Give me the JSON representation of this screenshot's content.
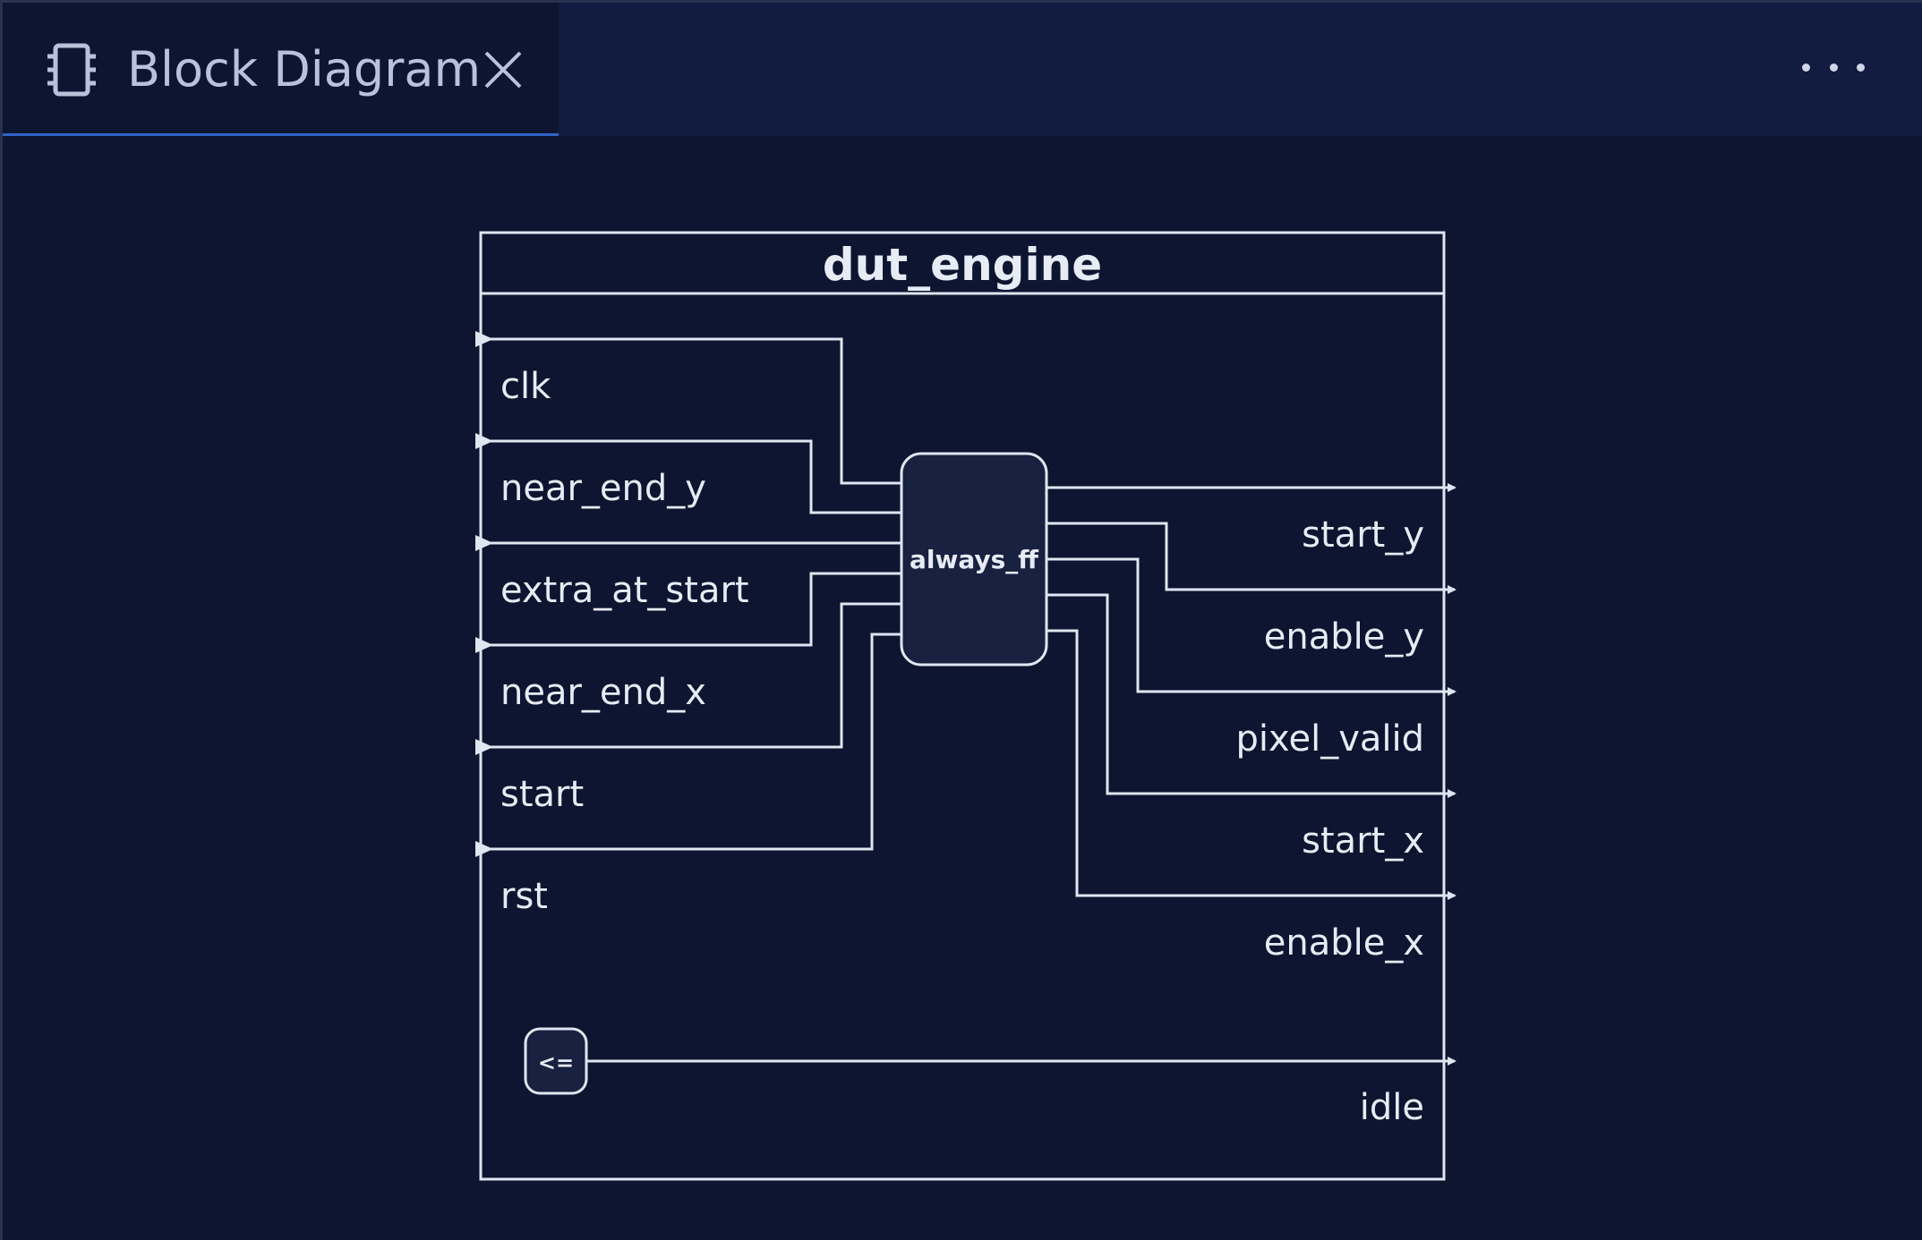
{
  "tab": {
    "icon": "chip-icon",
    "label": "Block Diagram",
    "close_icon": "close-icon"
  },
  "more_icon": "more-horizontal-icon",
  "diagram": {
    "module_name": "dut_engine",
    "process_label": "always_ff",
    "assign_label": "<=",
    "inputs": [
      "clk",
      "near_end_y",
      "extra_at_start",
      "near_end_x",
      "start",
      "rst"
    ],
    "outputs": [
      "start_y",
      "enable_y",
      "pixel_valid",
      "start_x",
      "enable_x"
    ],
    "assign_output": "idle",
    "colors": {
      "background": "#0d1530",
      "line": "#dfe5f1",
      "text": "#e6ebf5",
      "node_fill": "#18213f"
    }
  }
}
